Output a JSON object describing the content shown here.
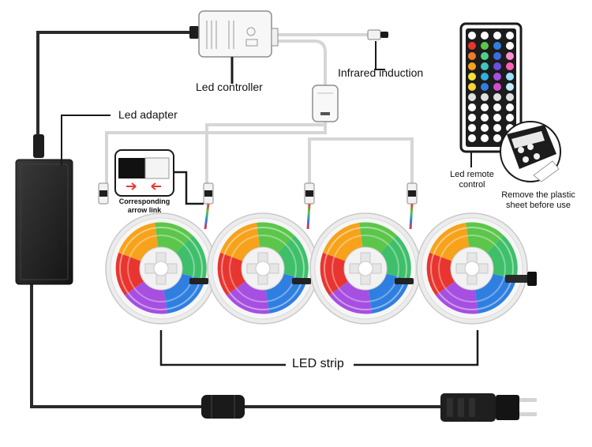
{
  "labels": {
    "led_controller": "Led controller",
    "infrared_induction": "Infrared induction",
    "led_adapter": "Led adapter",
    "corresponding_arrow_link_line1": "Corresponding",
    "corresponding_arrow_link_line2": "arrow link",
    "led_remote_control_line1": "Led remote",
    "led_remote_control_line2": "control",
    "remove_plastic_line1": "Remove the plastic",
    "remove_plastic_line2": "sheet before use",
    "led_strip": "LED strip"
  },
  "components": {
    "strip_reels": [
      {
        "name": "led-strip-reel-1"
      },
      {
        "name": "led-strip-reel-2"
      },
      {
        "name": "led-strip-reel-3"
      },
      {
        "name": "led-strip-reel-4"
      }
    ]
  },
  "colors": {
    "cable": "#2b2b2b",
    "white_cable": "#dcdcdc",
    "adapter_body": "#1e1e1e",
    "reel_red": "#e8352f",
    "reel_orange": "#f7a21b",
    "reel_green": "#5cc64a",
    "reel_blue": "#2f7fe0",
    "reel_purple": "#a64fe0",
    "arrow_red": "#e53935"
  }
}
